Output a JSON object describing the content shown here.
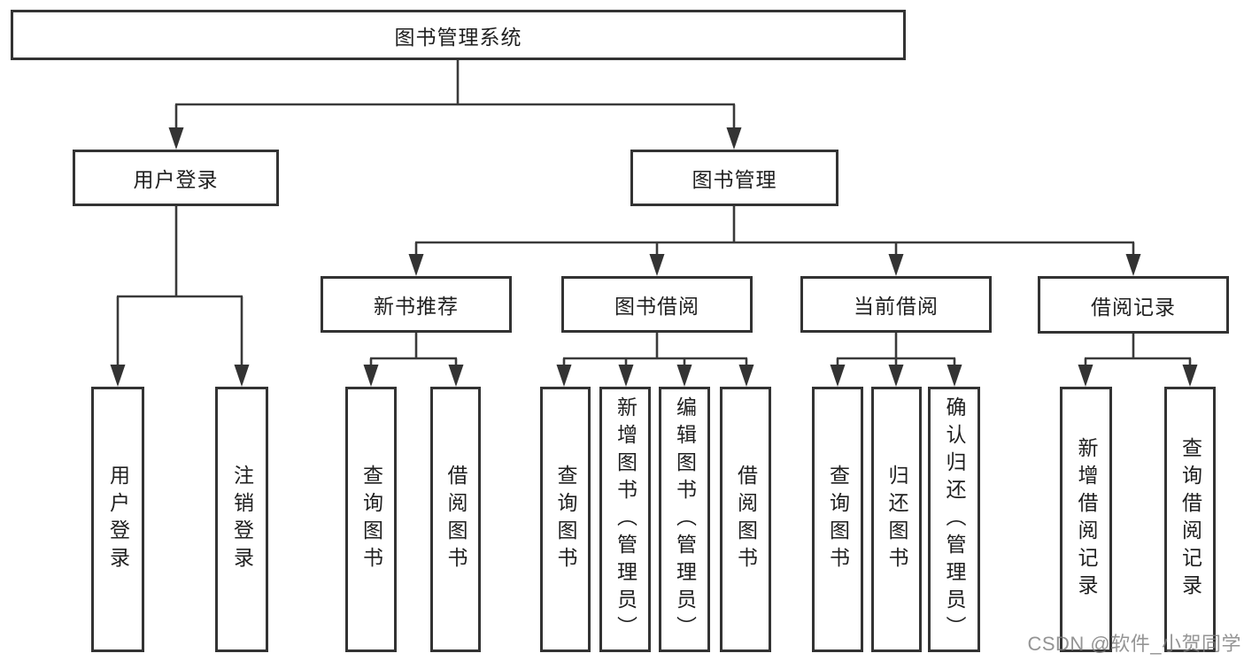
{
  "diagram": {
    "type": "hierarchy-tree",
    "colors": {
      "background": "#ffffff",
      "box_border": "#333333",
      "line": "#3a3a3a",
      "text": "#1f1f1f",
      "watermark": "#7d7d7d"
    },
    "tree": {
      "label": "图书管理系统",
      "children": [
        {
          "label": "用户登录",
          "children": [
            {
              "label": "用户登录"
            },
            {
              "label": "注销登录"
            }
          ]
        },
        {
          "label": "图书管理",
          "children": [
            {
              "label": "新书推荐",
              "children": [
                {
                  "label": "查询图书"
                },
                {
                  "label": "借阅图书"
                }
              ]
            },
            {
              "label": "图书借阅",
              "children": [
                {
                  "label": "查询图书"
                },
                {
                  "label": "新增图书（管理员）"
                },
                {
                  "label": "编辑图书（管理员）"
                },
                {
                  "label": "借阅图书"
                }
              ]
            },
            {
              "label": "当前借阅",
              "children": [
                {
                  "label": "查询图书"
                },
                {
                  "label": "归还图书"
                },
                {
                  "label": "确认归还（管理员）"
                }
              ]
            },
            {
              "label": "借阅记录",
              "children": [
                {
                  "label": "新增借阅记录"
                },
                {
                  "label": "查询借阅记录"
                }
              ]
            }
          ]
        }
      ]
    }
  },
  "watermark": {
    "text": "CSDN @软件_小贺同学"
  }
}
